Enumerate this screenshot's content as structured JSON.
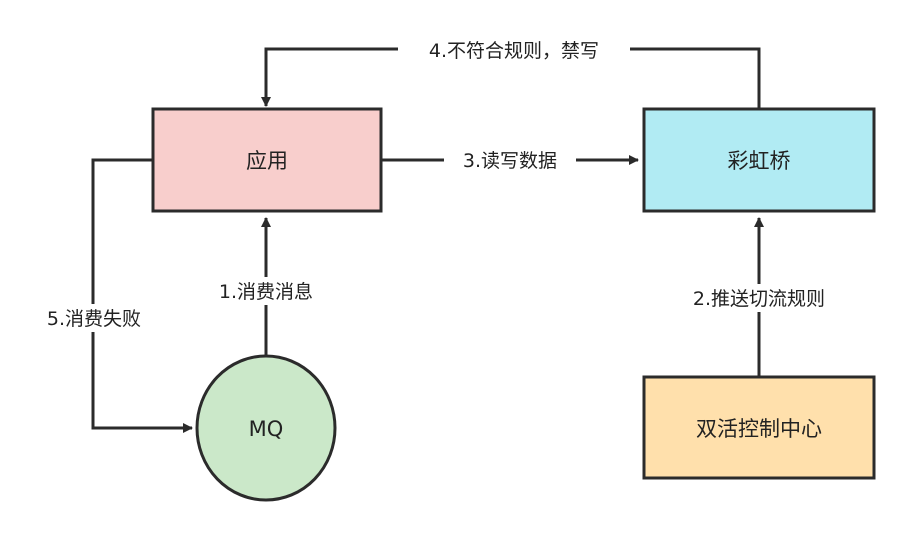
{
  "nodes": {
    "app": {
      "label": "应用",
      "fill": "#f8cecc"
    },
    "rainbow_bridge": {
      "label": "彩虹桥",
      "fill": "#b1ebf3"
    },
    "control_center": {
      "label": "双活控制中心",
      "fill": "#ffe0ac"
    },
    "mq": {
      "label": "MQ",
      "fill": "#cbe8c9"
    }
  },
  "edges": {
    "consume_message": {
      "label": "1.消费消息"
    },
    "push_switch_rules": {
      "label": "2.推送切流规则"
    },
    "read_write_data": {
      "label": "3.读写数据"
    },
    "reject_write": {
      "label": "4.不符合规则，禁写"
    },
    "consume_failed": {
      "label": "5.消费失败"
    }
  },
  "colors": {
    "stroke": "#2b2b2b",
    "text": "#222222"
  }
}
